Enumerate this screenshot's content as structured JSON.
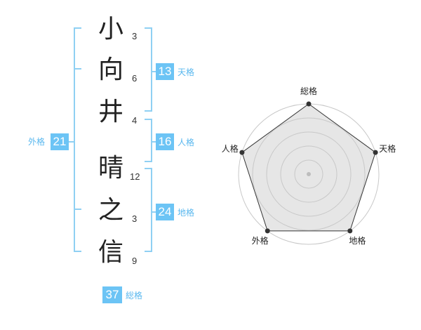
{
  "name": {
    "chars": [
      {
        "char": "小",
        "strokes": "3"
      },
      {
        "char": "向",
        "strokes": "6"
      },
      {
        "char": "井",
        "strokes": "4"
      },
      {
        "char": "晴",
        "strokes": "12"
      },
      {
        "char": "之",
        "strokes": "3"
      },
      {
        "char": "信",
        "strokes": "9"
      }
    ]
  },
  "kakusu": {
    "tenkaku": {
      "value": "13",
      "label": "天格"
    },
    "jinkaku": {
      "value": "16",
      "label": "人格"
    },
    "chikaku": {
      "value": "24",
      "label": "地格"
    },
    "gaikaku": {
      "value": "21",
      "label": "外格"
    },
    "soukaku": {
      "value": "37",
      "label": "総格"
    }
  },
  "colors": {
    "accent": "#6cc4f5",
    "bracket": "#8fd0f3",
    "label_text": "#5ab8ef",
    "radar_fill": "#e6e6e6",
    "radar_ring": "#c8c8c8"
  },
  "chart_data": {
    "type": "radar",
    "axes": [
      "総格",
      "天格",
      "地格",
      "外格",
      "人格"
    ],
    "values": [
      1,
      1,
      1,
      1,
      1
    ],
    "rings": 5,
    "grid": true
  }
}
